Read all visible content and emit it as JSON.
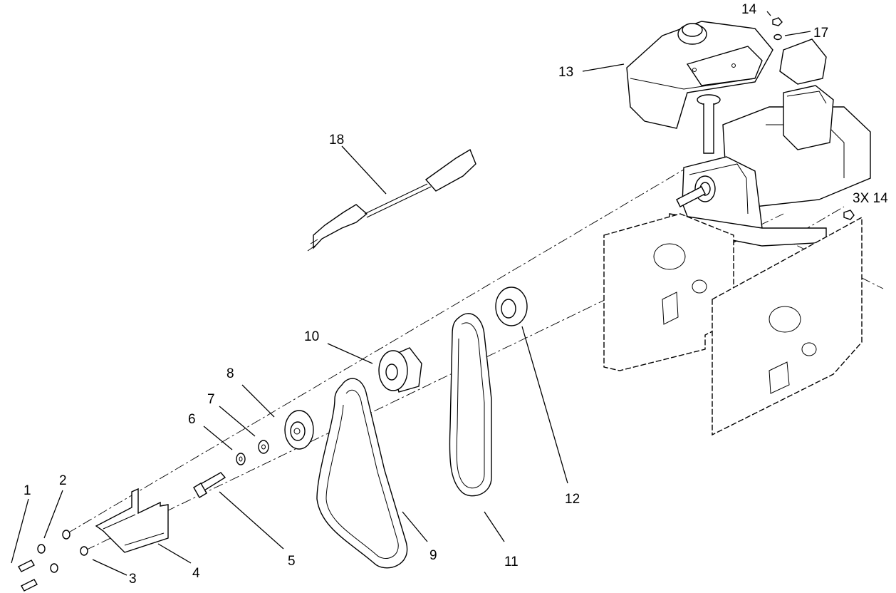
{
  "callouts": [
    {
      "id": "c1",
      "label": "1"
    },
    {
      "id": "c2",
      "label": "2"
    },
    {
      "id": "c3",
      "label": "3"
    },
    {
      "id": "c4",
      "label": "4"
    },
    {
      "id": "c5",
      "label": "5"
    },
    {
      "id": "c6",
      "label": "6"
    },
    {
      "id": "c7",
      "label": "7"
    },
    {
      "id": "c8",
      "label": "8"
    },
    {
      "id": "c9",
      "label": "9"
    },
    {
      "id": "c10",
      "label": "10"
    },
    {
      "id": "c11",
      "label": "11"
    },
    {
      "id": "c12",
      "label": "12"
    },
    {
      "id": "c13",
      "label": "13"
    },
    {
      "id": "c14",
      "label": "14"
    },
    {
      "id": "c17",
      "label": "17"
    },
    {
      "id": "c18",
      "label": "18"
    },
    {
      "id": "c3x14",
      "label": "3X 14"
    }
  ]
}
